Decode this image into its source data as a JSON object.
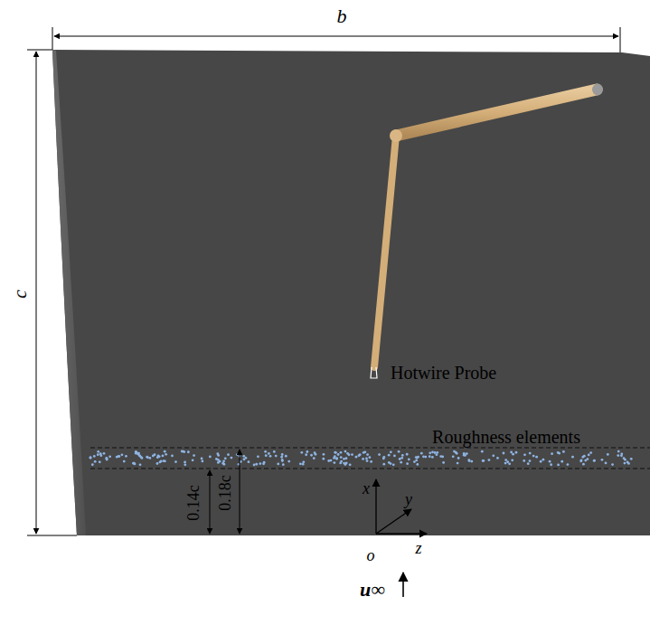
{
  "diagram": {
    "labels": [
      "b",
      "c",
      "Hotwire Probe",
      "Roughness elements",
      "x",
      "y",
      "z",
      "o",
      "0.14c",
      "0.18c",
      "u∞"
    ]
  }
}
